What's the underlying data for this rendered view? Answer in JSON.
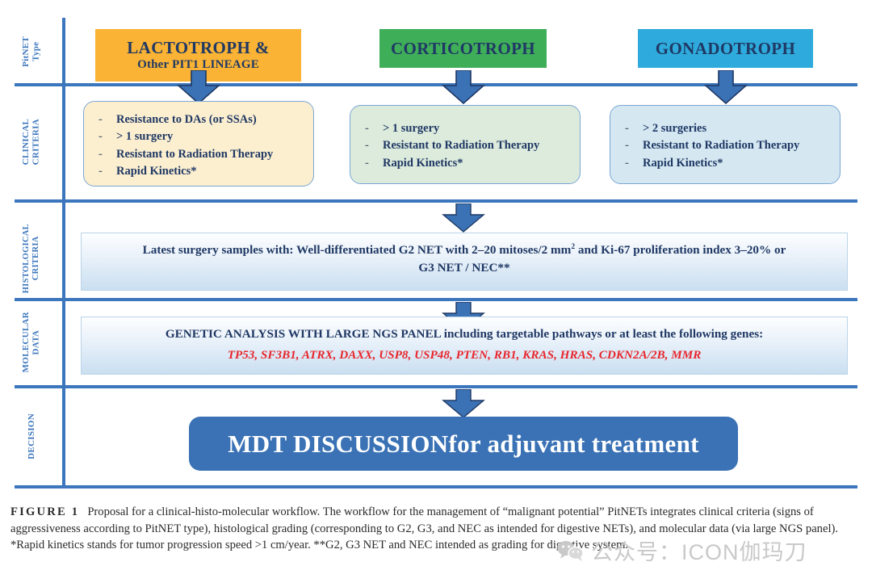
{
  "figure": {
    "row_labels": [
      {
        "id": "pitnet-type",
        "text": "PitNET\nType"
      },
      {
        "id": "clinical-criteria",
        "text": "CLINICAL\nCRITERIA"
      },
      {
        "id": "histological-criteria",
        "text": "HISTOLOGICAL\nCRITERIA"
      },
      {
        "id": "molecular-data",
        "text": "MOLECULAR\nDATA"
      },
      {
        "id": "decision",
        "text": "DECISION"
      }
    ],
    "types": [
      {
        "id": "lactotroph",
        "title": "LACTOTROPH &",
        "subtitle": "Other PIT1 LINEAGE",
        "color": "#FAB334"
      },
      {
        "id": "corticotroph",
        "title": "CORTICOTROPH",
        "subtitle": "",
        "color": "#3FAE59"
      },
      {
        "id": "gonadotroph",
        "title": "GONADOTROPH",
        "subtitle": "",
        "color": "#2EABDC"
      }
    ],
    "clinical_criteria": [
      {
        "id": "lactotroph-criteria",
        "fill": "#FCEFD0",
        "items": [
          "Resistance to DAs (or SSAs)",
          "> 1 surgery",
          "Resistant to Radiation Therapy",
          "Rapid Kinetics*"
        ]
      },
      {
        "id": "corticotroph-criteria",
        "fill": "#DCEBDC",
        "items": [
          "> 1 surgery",
          "Resistant to Radiation Therapy",
          "Rapid Kinetics*"
        ]
      },
      {
        "id": "gonadotroph-criteria",
        "fill": "#D5E8F2",
        "items": [
          "> 2 surgeries",
          "Resistant to Radiation Therapy",
          "Rapid Kinetics*"
        ]
      }
    ],
    "histological_band": {
      "line1_part1": "Latest surgery samples with: Well-differentiated G2 NET with 2–20 mitoses/2 mm",
      "line1_sup": "2",
      "line1_part2": " and Ki-67 proliferation index 3–20% or",
      "line2": "G3 NET / NEC**"
    },
    "molecular_band": {
      "line1": "GENETIC ANALYSIS WITH LARGE NGS PANEL including targetable pathways or at least the following genes:",
      "genes": "TP53, SF3B1, ATRX, DAXX, USP8, USP48, PTEN, RB1, KRAS, HRAS, CDKN2A/2B, MMR",
      "genes_color": "#E8262C"
    },
    "decision": {
      "strong": "MDT DISCUSSION",
      "rest": " for adjuvant treatment",
      "fill": "#3A72B5"
    },
    "arrow_color": "#3A72B5",
    "grid_color": "#3C76BC"
  },
  "caption": {
    "label": "FIGURE 1",
    "text": "Proposal for a clinical-histo-molecular workflow. The workflow for the management of “malignant potential” PitNETs integrates clinical criteria (signs of aggressiveness according to PitNET type), histological grading (corresponding to G2, G3, and NEC as intended for digestive NETs), and molecular data (via large NGS panel). *Rapid kinetics stands for tumor progression speed >1 cm/year. **G2, G3 NET and NEC intended as grading for digestive system."
  },
  "watermark": {
    "text": "公众号：ICON伽玛刀"
  }
}
